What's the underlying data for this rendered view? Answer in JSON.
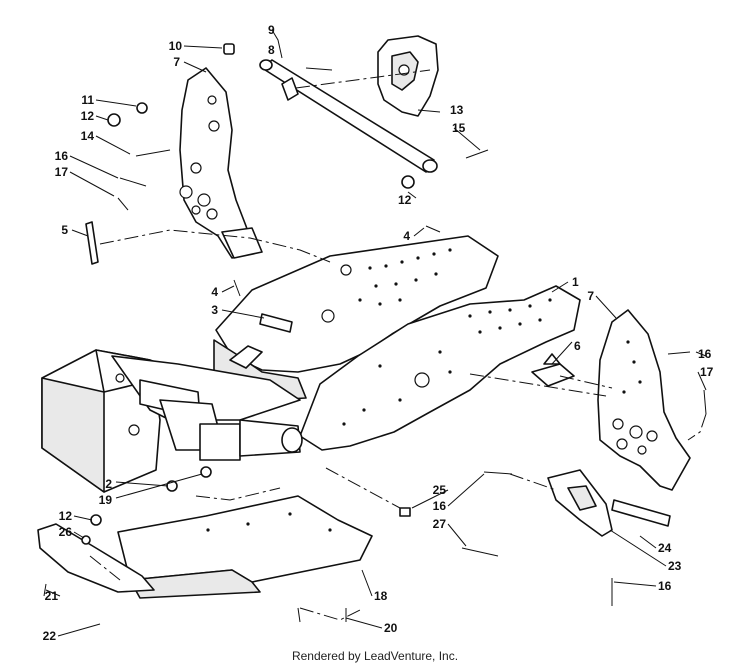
{
  "footer": "Rendered by LeadVenture, Inc.",
  "callouts": {
    "c1": "1",
    "c2": "2",
    "c3": "3",
    "c4a": "4",
    "c4b": "4",
    "c5": "5",
    "c6": "6",
    "c7a": "7",
    "c7b": "7",
    "c8": "8",
    "c9": "9",
    "c10": "10",
    "c11": "11",
    "c12a": "12",
    "c12b": "12",
    "c12c": "12",
    "c13": "13",
    "c14": "14",
    "c15": "15",
    "c16a": "16",
    "c16b": "16",
    "c16c": "16",
    "c16d": "16",
    "c17a": "17",
    "c17b": "17",
    "c18": "18",
    "c19": "19",
    "c20": "20",
    "c21": "21",
    "c22": "22",
    "c23": "23",
    "c24": "24",
    "c25": "25",
    "c26": "26",
    "c27": "27"
  }
}
